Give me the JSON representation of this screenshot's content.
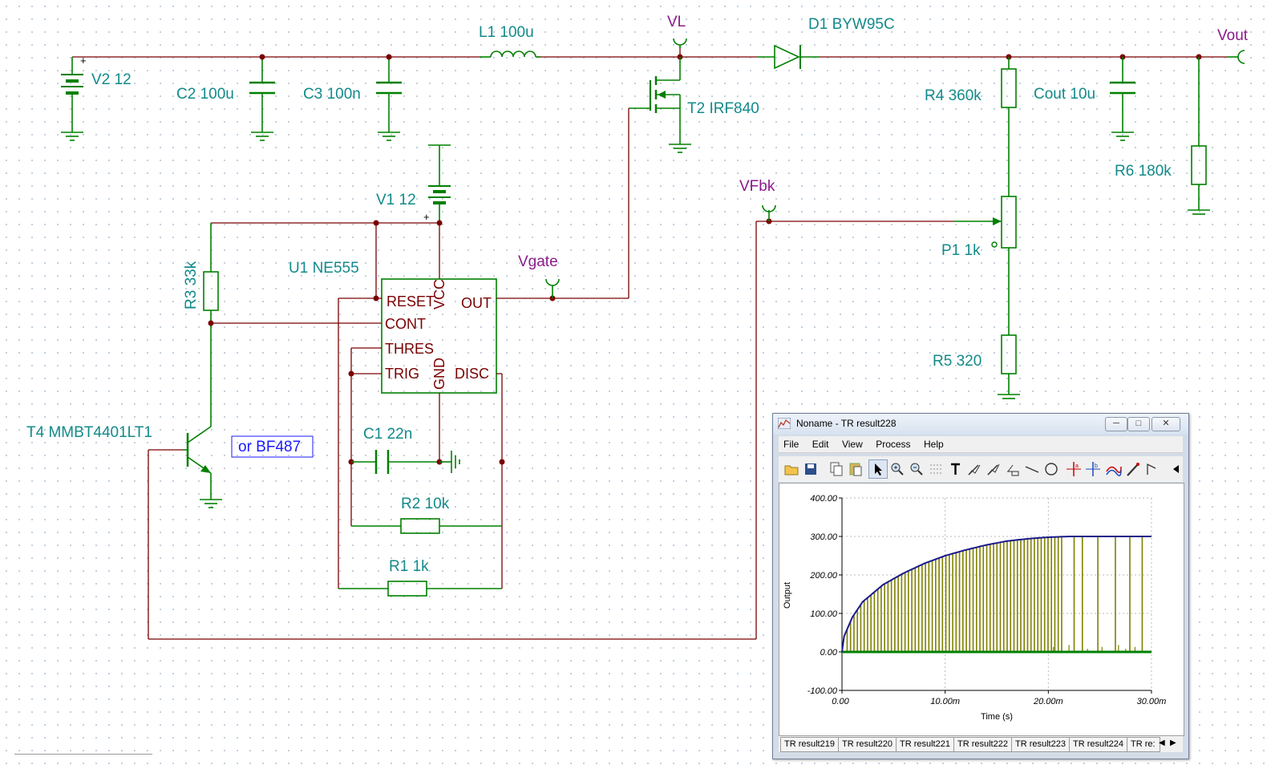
{
  "schematic": {
    "components": {
      "v2": "V2 12",
      "c2": "C2 100u",
      "c3": "C3 100n",
      "l1": "L1 100u",
      "d1": "D1 BYW95C",
      "t2": "T2 IRF840",
      "r4": "R4 360k",
      "cout": "Cout 10u",
      "r6": "R6 180k",
      "v1": "V1 12",
      "p1": "P1 1k",
      "r5": "R5 320",
      "r3": "R3 33k",
      "u1": "U1 NE555",
      "t4": "T4 MMBT4401LT1",
      "alt_note": "or BF487",
      "c1": "C1 22n",
      "r2": "R2 10k",
      "r1": "R1 1k"
    },
    "nets": {
      "vl": "VL",
      "vout": "Vout",
      "vfbk": "VFbk",
      "vgate": "Vgate"
    },
    "ic_pins": {
      "reset": "RESET",
      "vcc": "VCC",
      "out": "OUT",
      "cont": "CONT",
      "thres": "THRES",
      "trig": "TRIG",
      "gnd": "GND",
      "disc": "DISC"
    },
    "plus_sign": "+"
  },
  "window": {
    "title": "Noname - TR result228",
    "menu": [
      "File",
      "Edit",
      "View",
      "Process",
      "Help"
    ],
    "toolbar_icons": [
      "open-icon",
      "save-icon",
      "copy-icon",
      "paste-icon",
      "pointer-icon",
      "zoom-in-icon",
      "zoom-out-icon",
      "grid-icon",
      "text-icon",
      "probe-icon",
      "probe2-icon",
      "axis-icon",
      "line-icon",
      "circle-icon",
      "cursor-a-icon",
      "cursor-b-icon",
      "curve-icon",
      "pen-icon",
      "marker-icon"
    ],
    "tabs": [
      "TR result219",
      "TR result220",
      "TR result221",
      "TR result222",
      "TR result223",
      "TR result224",
      "TR re:"
    ],
    "minimize": "─",
    "maximize": "□",
    "close": "✕"
  },
  "chart_data": {
    "type": "line",
    "ylabel": "Output",
    "xlabel": "Time (s)",
    "x_ticks": [
      "0.00",
      "10.00m",
      "20.00m",
      "30.00m"
    ],
    "y_ticks": [
      "400.00",
      "300.00",
      "200.00",
      "100.00",
      "0.00",
      "-100.00"
    ],
    "xlim": [
      0,
      0.03
    ],
    "ylim": [
      -100,
      400
    ],
    "grid": true,
    "series": [
      {
        "color": "#1a1a8c",
        "x": [
          0,
          0.0002,
          0.001,
          0.002,
          0.004,
          0.006,
          0.008,
          0.01,
          0.012,
          0.014,
          0.016,
          0.018,
          0.02,
          0.022,
          0.024,
          0.026,
          0.028,
          0.03
        ],
        "values": [
          0,
          40,
          90,
          130,
          175,
          205,
          230,
          250,
          265,
          278,
          288,
          294,
          298,
          300,
          300,
          300,
          300,
          300
        ]
      },
      {
        "color": "#808000",
        "x": [
          0.0005,
          0.03
        ],
        "values": [
          0,
          300
        ]
      },
      {
        "color": "#008000",
        "x": [
          0,
          0.03
        ],
        "values": [
          0,
          0
        ]
      }
    ]
  }
}
